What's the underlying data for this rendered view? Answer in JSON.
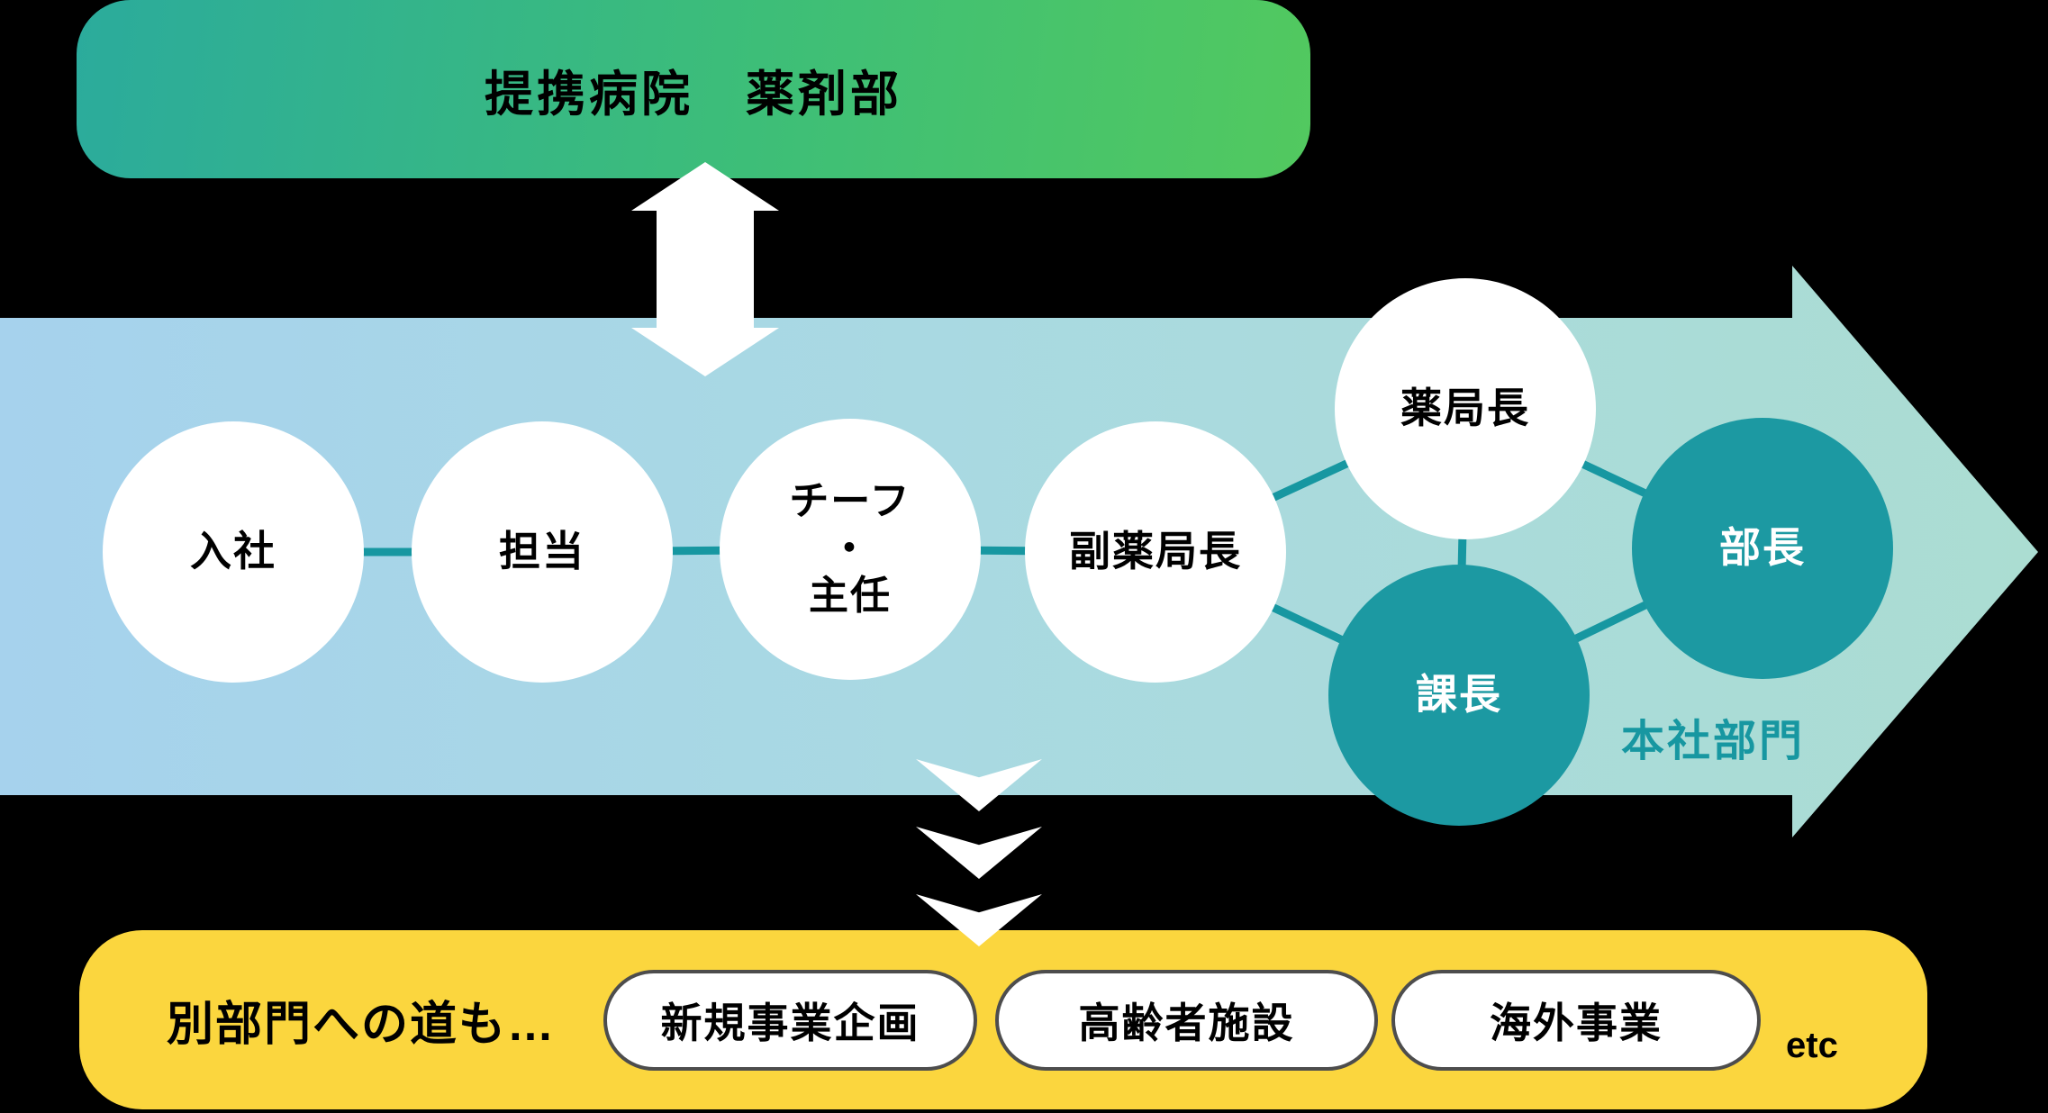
{
  "top_box": {
    "label": "提携病院　薬剤部"
  },
  "band": {
    "caption": "本社部門"
  },
  "nodes": [
    {
      "id": "nyusha",
      "label": "入社",
      "variant": "white"
    },
    {
      "id": "tanto",
      "label": "担当",
      "variant": "white"
    },
    {
      "id": "chief",
      "label": "チーフ・主任",
      "lines": [
        "チーフ",
        "・",
        "主任"
      ],
      "variant": "white"
    },
    {
      "id": "fuku",
      "label": "副薬局長",
      "variant": "white"
    },
    {
      "id": "yakukyokucho",
      "label": "薬局長",
      "variant": "white"
    },
    {
      "id": "kacho",
      "label": "課長",
      "variant": "teal"
    },
    {
      "id": "bucho",
      "label": "部長",
      "variant": "teal"
    }
  ],
  "links": [
    [
      "nyusha",
      "tanto"
    ],
    [
      "tanto",
      "chief"
    ],
    [
      "chief",
      "fuku"
    ],
    [
      "fuku",
      "yakukyokucho"
    ],
    [
      "fuku",
      "kacho"
    ],
    [
      "yakukyokucho",
      "kacho"
    ],
    [
      "yakukyokucho",
      "bucho"
    ],
    [
      "kacho",
      "bucho"
    ]
  ],
  "bottom_box": {
    "label": "別部門への道も…",
    "pills": [
      "新規事業企画",
      "高齢者施設",
      "海外事業"
    ],
    "suffix": "etc"
  },
  "colors": {
    "background": "#000000",
    "top-box-gradient-start": "#2BAB9C",
    "top-box-gradient-end": "#52C95F",
    "band-gradient-start": "#A6D2ED",
    "band-gradient-end": "#ABDDD2",
    "teal": "#1C99A2",
    "connector": "#1797A1",
    "caption": "#1797A1",
    "yellow": "#FBD63E",
    "pill-border": "#4D4D4D"
  }
}
